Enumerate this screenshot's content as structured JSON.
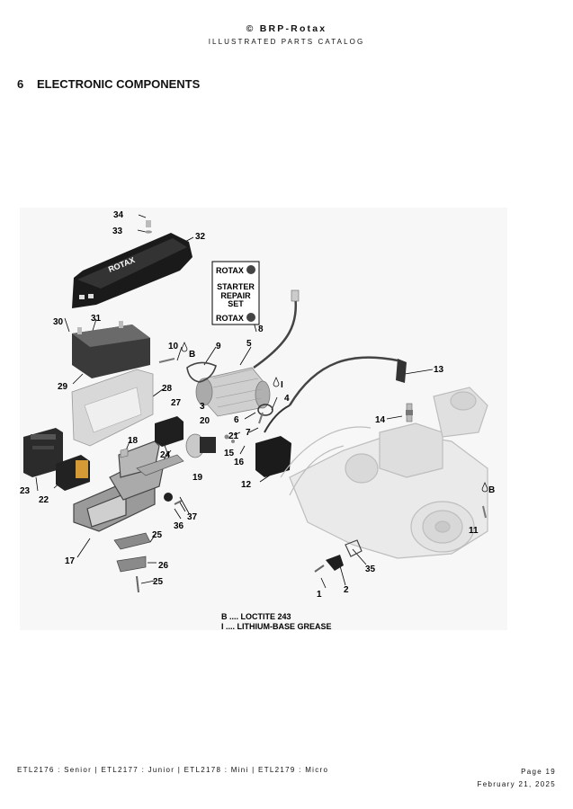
{
  "header": {
    "brand": "© BRP-Rotax",
    "subtitle": "ILLUSTRATED PARTS CATALOG"
  },
  "section": {
    "number": "6",
    "title": "ELECTRONIC COMPONENTS"
  },
  "figure": {
    "starter_box": {
      "brand_top": "ROTAX",
      "line1": "STARTER",
      "line2": "REPAIR",
      "line3": "SET",
      "brand_bottom": "ROTAX"
    },
    "cover_brand": "ROTAX",
    "symbol_b": "B",
    "symbol_i": "I",
    "callouts": [
      "1",
      "2",
      "3",
      "4",
      "5",
      "6",
      "7",
      "8",
      "9",
      "10",
      "11",
      "12",
      "13",
      "14",
      "15",
      "16",
      "17",
      "18",
      "19",
      "20",
      "21",
      "22",
      "23",
      "24",
      "25",
      "25",
      "26",
      "27",
      "28",
      "29",
      "30",
      "31",
      "32",
      "33",
      "34",
      "35",
      "36",
      "37"
    ],
    "legend": [
      "B .... LOCTITE 243",
      "I .... LITHIUM-BASE GREASE"
    ]
  },
  "footer": {
    "models": "ETL2176 : Senior | ETL2177 : Junior | ETL2178 : Mini | ETL2179 : Micro",
    "page": "Page 19",
    "date": "February 21, 2025"
  }
}
